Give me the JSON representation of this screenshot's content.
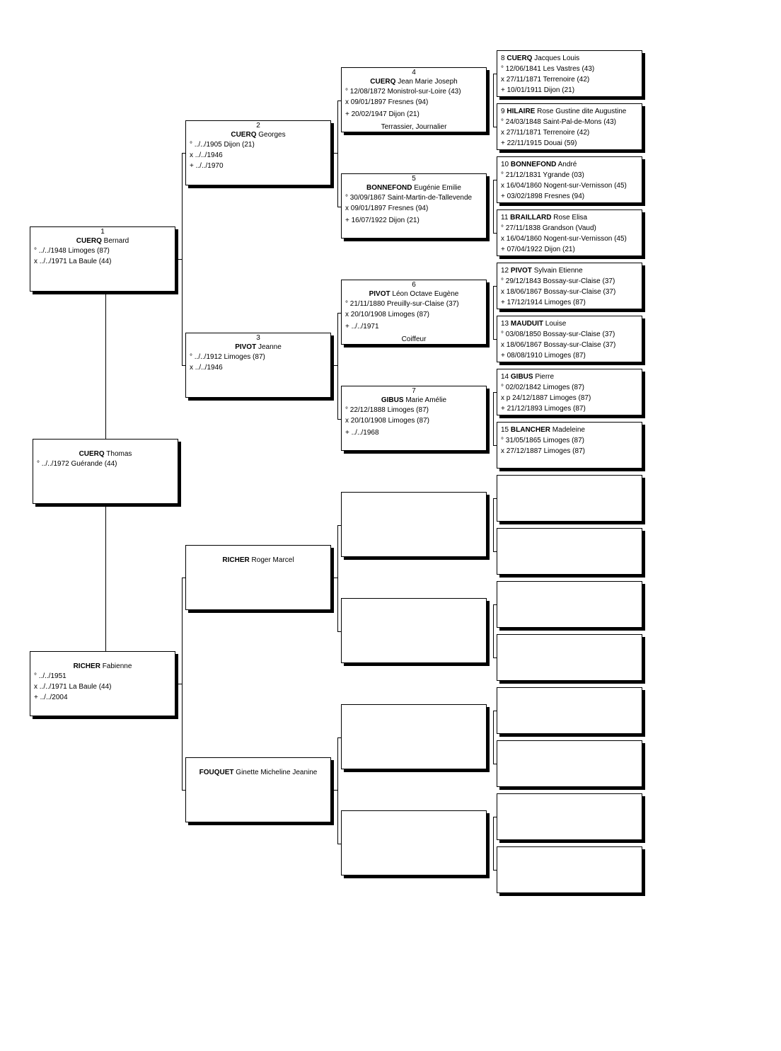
{
  "persons": {
    "p1": {
      "num": "1",
      "surname": "CUERQ",
      "given": "Bernard",
      "events": [
        "° ../../1948 Limoges (87)",
        "x ../../1971 La Baule (44)"
      ]
    },
    "thomas": {
      "surname": "CUERQ",
      "given": "Thomas",
      "events": [
        "° ../../1972 Guérande (44)"
      ]
    },
    "fabienne": {
      "surname": "RICHER",
      "given": "Fabienne",
      "events": [
        "° ../../1951",
        "x ../../1971 La Baule (44)",
        "+ ../../2004"
      ]
    },
    "p2": {
      "num": "2",
      "surname": "CUERQ",
      "given": "Georges",
      "events": [
        "° ../../1905 Dijon (21)",
        "x ../../1946",
        "+ ../../1970"
      ]
    },
    "p3": {
      "num": "3",
      "surname": "PIVOT",
      "given": "Jeanne",
      "events": [
        "° ../../1912 Limoges (87)",
        "x ../../1946"
      ]
    },
    "roger": {
      "surname": "RICHER",
      "given": "Roger Marcel"
    },
    "ginette": {
      "surname": "FOUQUET",
      "given": "Ginette Micheline Jeanine"
    },
    "p4": {
      "num": "4",
      "surname": "CUERQ",
      "given": "Jean Marie Joseph",
      "events": [
        "° 12/08/1872 Monistrol-sur-Loire (43)",
        "x 09/01/1897 Fresnes (94)",
        "+ 20/02/1947 Dijon (21)"
      ],
      "occupation": "Terrassier, Journalier"
    },
    "p5": {
      "num": "5",
      "surname": "BONNEFOND",
      "given": "Eugénie Emilie",
      "events": [
        "° 30/09/1867 Saint-Martin-de-Tallevende",
        "x 09/01/1897 Fresnes (94)",
        "+ 16/07/1922 Dijon (21)"
      ]
    },
    "p6": {
      "num": "6",
      "surname": "PIVOT",
      "given": "Léon Octave Eugène",
      "events": [
        "° 21/11/1880 Preuilly-sur-Claise (37)",
        "x 20/10/1908 Limoges (87)",
        "+ ../../1971"
      ],
      "occupation": "Coiffeur"
    },
    "p7": {
      "num": "7",
      "surname": "GIBUS",
      "given": "Marie Amélie",
      "events": [
        "° 22/12/1888 Limoges (87)",
        "x 20/10/1908 Limoges (87)",
        "+ ../../1968"
      ]
    },
    "p8": {
      "num": "8",
      "surname": "CUERQ",
      "given": "Jacques Louis",
      "events": [
        "° 12/06/1841 Les Vastres (43)",
        "x 27/11/1871 Terrenoire (42)",
        "+ 10/01/1911 Dijon (21)"
      ]
    },
    "p9": {
      "num": "9",
      "surname": "HILAIRE",
      "given": "Rose Gustine dite Augustine",
      "events": [
        "° 24/03/1848 Saint-Pal-de-Mons (43)",
        "x 27/11/1871 Terrenoire (42)",
        "+ 22/11/1915 Douai (59)"
      ]
    },
    "p10": {
      "num": "10",
      "surname": "BONNEFOND",
      "given": "André",
      "events": [
        "° 21/12/1831 Ygrande (03)",
        "x 16/04/1860 Nogent-sur-Vernisson (45)",
        "+ 03/02/1898 Fresnes (94)"
      ]
    },
    "p11": {
      "num": "11",
      "surname": "BRAILLARD",
      "given": "Rose Elisa",
      "events": [
        "° 27/11/1838 Grandson (Vaud)",
        "x 16/04/1860 Nogent-sur-Vernisson (45)",
        "+ 07/04/1922 Dijon (21)"
      ]
    },
    "p12": {
      "num": "12",
      "surname": "PIVOT",
      "given": "Sylvain Etienne",
      "events": [
        "° 29/12/1843 Bossay-sur-Claise (37)",
        "x 18/06/1867 Bossay-sur-Claise (37)",
        "+ 17/12/1914 Limoges (87)"
      ]
    },
    "p13": {
      "num": "13",
      "surname": "MAUDUIT",
      "given": "Louise",
      "events": [
        "° 03/08/1850 Bossay-sur-Claise (37)",
        "x 18/06/1867 Bossay-sur-Claise (37)",
        "+ 08/08/1910 Limoges (87)"
      ]
    },
    "p14": {
      "num": "14",
      "surname": "GIBUS",
      "given": "Pierre",
      "events": [
        "° 02/02/1842 Limoges (87)",
        "x p 24/12/1887 Limoges (87)",
        "+ 21/12/1893 Limoges (87)"
      ]
    },
    "p15": {
      "num": "15",
      "surname": "BLANCHER",
      "given": "Madeleine",
      "events": [
        "° 31/05/1865 Limoges (87)",
        "x 27/12/1887 Limoges (87)"
      ]
    }
  }
}
